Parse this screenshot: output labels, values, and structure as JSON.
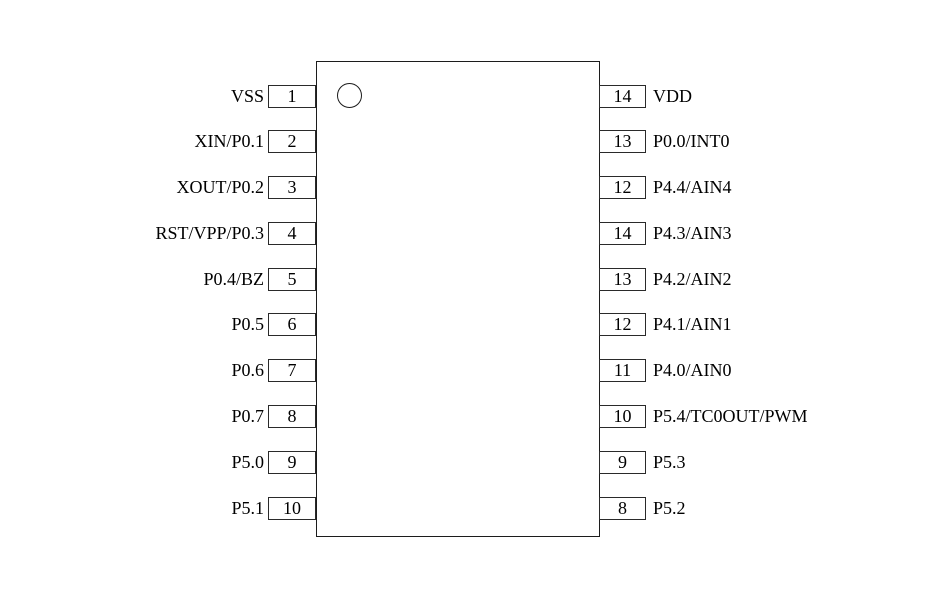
{
  "diagram": {
    "type": "ic-pinout",
    "pin1_marker": "circle-icon",
    "line_color": "#1c1c1c",
    "background_color": "#ffffff"
  },
  "left_pins": [
    {
      "number": "1",
      "label": "VSS"
    },
    {
      "number": "2",
      "label": "XIN/P0.1"
    },
    {
      "number": "3",
      "label": "XOUT/P0.2"
    },
    {
      "number": "4",
      "label": "RST/VPP/P0.3"
    },
    {
      "number": "5",
      "label": "P0.4/BZ"
    },
    {
      "number": "6",
      "label": "P0.5"
    },
    {
      "number": "7",
      "label": "P0.6"
    },
    {
      "number": "8",
      "label": "P0.7"
    },
    {
      "number": "9",
      "label": "P5.0"
    },
    {
      "number": "10",
      "label": "P5.1"
    }
  ],
  "right_pins": [
    {
      "number": "14",
      "label": "VDD"
    },
    {
      "number": "13",
      "label": "P0.0/INT0"
    },
    {
      "number": "12",
      "label": "P4.4/AIN4"
    },
    {
      "number": "14",
      "label": "P4.3/AIN3"
    },
    {
      "number": "13",
      "label": "P4.2/AIN2"
    },
    {
      "number": "12",
      "label": "P4.1/AIN1"
    },
    {
      "number": "11",
      "label": "P4.0/AIN0"
    },
    {
      "number": "10",
      "label": "P5.4/TC0OUT/PWM"
    },
    {
      "number": "9",
      "label": "P5.3"
    },
    {
      "number": "8",
      "label": "P5.2"
    }
  ]
}
